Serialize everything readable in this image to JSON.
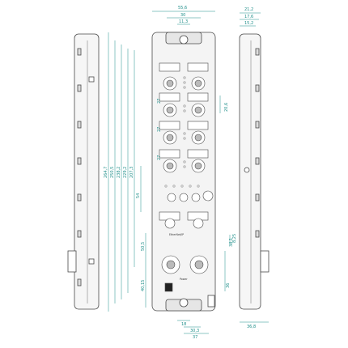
{
  "colors": {
    "dimension": "#1f8f8a",
    "outline": "#4a4a4a",
    "fill": "#f4f4f4"
  },
  "top_dims": {
    "width_total": "55,6",
    "width_inner": "30",
    "mount": "11,3",
    "side_total": "21,2",
    "side_a": "17,6",
    "side_b": "15,2"
  },
  "left_dims": [
    "264,7",
    "250,5",
    "238,2",
    "229,2",
    "207,3",
    "54",
    "50,5",
    "40,15"
  ],
  "right_dims": [
    "20,6",
    "38,1",
    "8,25",
    "36"
  ],
  "mid_dims": [
    "27",
    "27",
    "27"
  ],
  "bottom_dims": {
    "center": "18",
    "a": "30,3",
    "b": "37",
    "side": "36,8"
  },
  "labels": {
    "power": "Power",
    "ethernet": "EtherNet/IP"
  }
}
